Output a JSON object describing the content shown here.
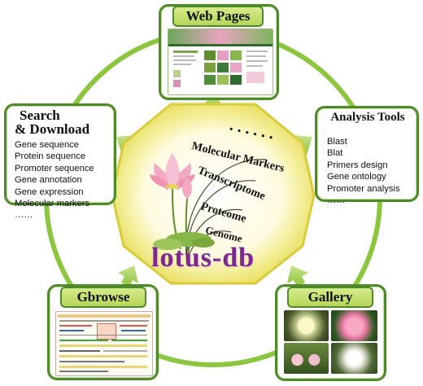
{
  "center": {
    "ellipsis": ". . .   . . .",
    "layers": [
      "Molecular Markers",
      "Transcriptome",
      "Proteome",
      "Genome"
    ],
    "logo": "lotus-db"
  },
  "modules": {
    "web_pages": {
      "title": "Web Pages"
    },
    "search_download": {
      "title_line1": "Search",
      "title_line2": "& Download",
      "items": [
        "Gene sequence",
        "Protein sequence",
        "Promoter sequence",
        "Gene annotation",
        "Gene expression",
        "Molecular markers",
        "……"
      ]
    },
    "analysis_tools": {
      "title": "Analysis Tools",
      "items": [
        "Blast",
        "Blat",
        "Primers design",
        "Gene ontology",
        "Promoter analysis",
        "……"
      ]
    },
    "gbrowse": {
      "title": "Gbrowse"
    },
    "gallery": {
      "title": "Gallery"
    }
  },
  "colors": {
    "ring": "#8cc63f",
    "box_border": "#4f8a2a",
    "tab_fill": "#c6e06c",
    "octagon_fill": "#f4ef9a",
    "octagon_edge": "#d9cc3a",
    "logo": "#7b2a8c"
  }
}
